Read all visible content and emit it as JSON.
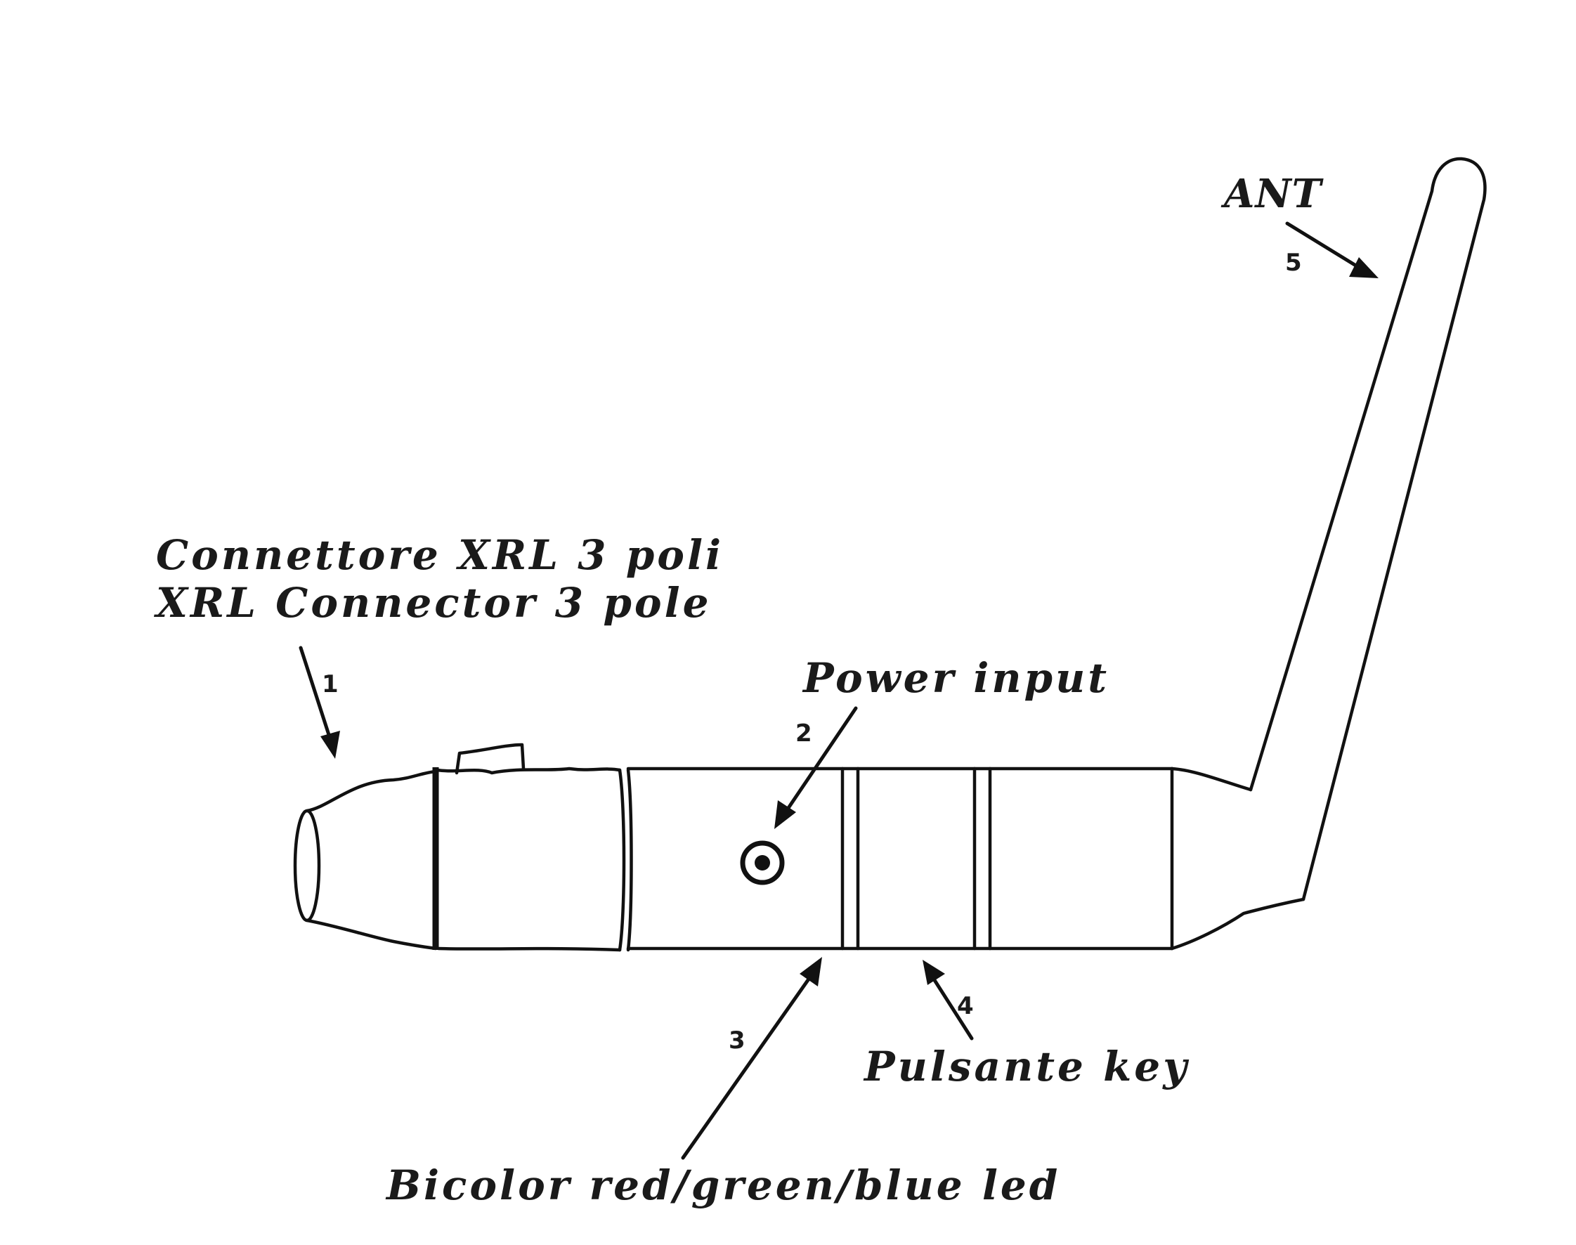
{
  "labels": {
    "xlr_it": "Connettore XRL 3 poli",
    "xlr_en": "XRL Connector 3 pole",
    "power": "Power input",
    "led": "Bicolor red/green/blue led",
    "key": "Pulsante key",
    "ant": "ANT"
  },
  "numbers": {
    "n1": "1",
    "n2": "2",
    "n3": "3",
    "n4": "4",
    "n5": "5"
  },
  "colors": {
    "line": "#111111",
    "background": "#ffffff"
  }
}
